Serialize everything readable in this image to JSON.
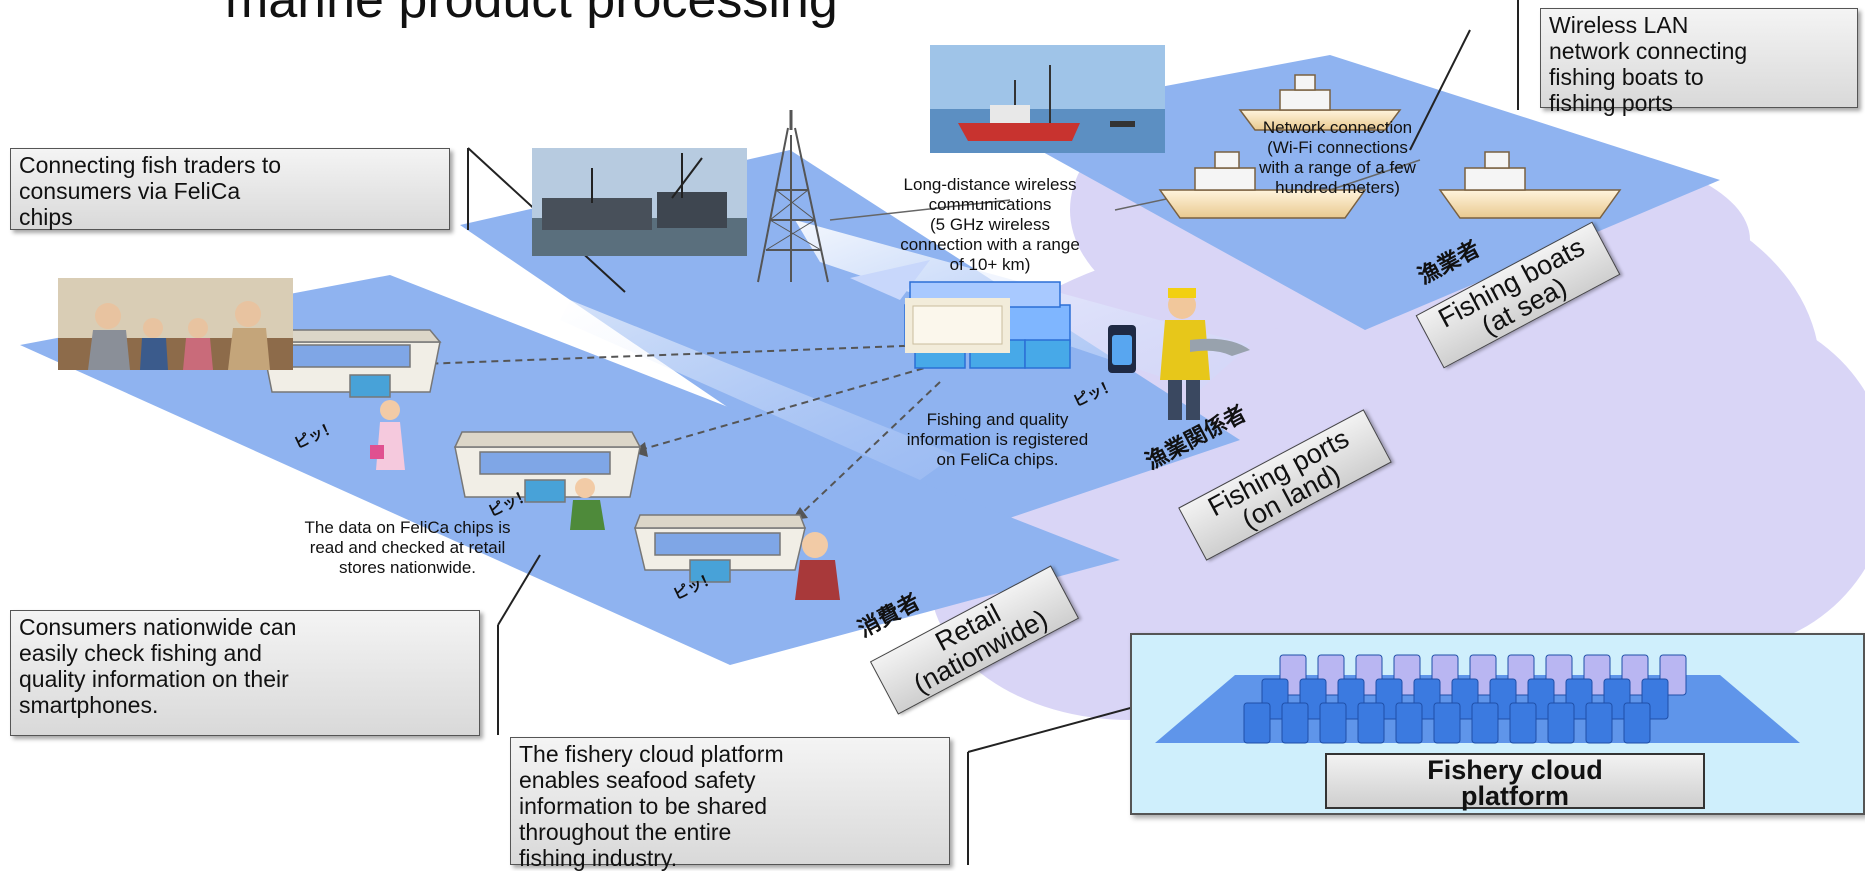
{
  "title": "marine product processing",
  "callouts": {
    "wireless_lan": "Wireless LAN\nnetwork connecting\nfishing boats to\nfishing ports",
    "fish_traders": "Connecting fish traders to\nconsumers via FeliCa\nchips",
    "consumers": "Consumers nationwide can\neasily check fishing and\nquality information on their\nsmartphones.",
    "cloud": "The fishery cloud platform\nenables seafood safety\ninformation to be shared\nthroughout the entire\nfishing industry."
  },
  "notes": {
    "network_connection": "Network connection\n(Wi-Fi connections\nwith a range of a few\nhundred meters)",
    "long_distance": "Long-distance wireless\ncommunications\n(5 GHz wireless\nconnection with a range\nof 10+ km)",
    "fishing_quality": "Fishing and quality\ninformation is registered\non FeliCa chips.",
    "retail_read": "The data on FeliCa chips is\nread and checked at retail\nstores nationwide."
  },
  "zones": {
    "boats": "Fishing boats\n(at sea)",
    "ports": "Fishing ports\n(on land)",
    "retail": "Retail\n(nationwide)"
  },
  "japanese": {
    "boats": "漁業者",
    "ports": "漁業関係者",
    "retail": "消費者",
    "beep": "ピッ！"
  },
  "platform": {
    "label": "Fishery cloud\nplatform"
  },
  "colors": {
    "plane_blue": "#8fb3f0",
    "cloud_lilac": "#d8d4f4",
    "platform_bg": "#cfeffc",
    "server_blue": "#3b7ae0"
  }
}
